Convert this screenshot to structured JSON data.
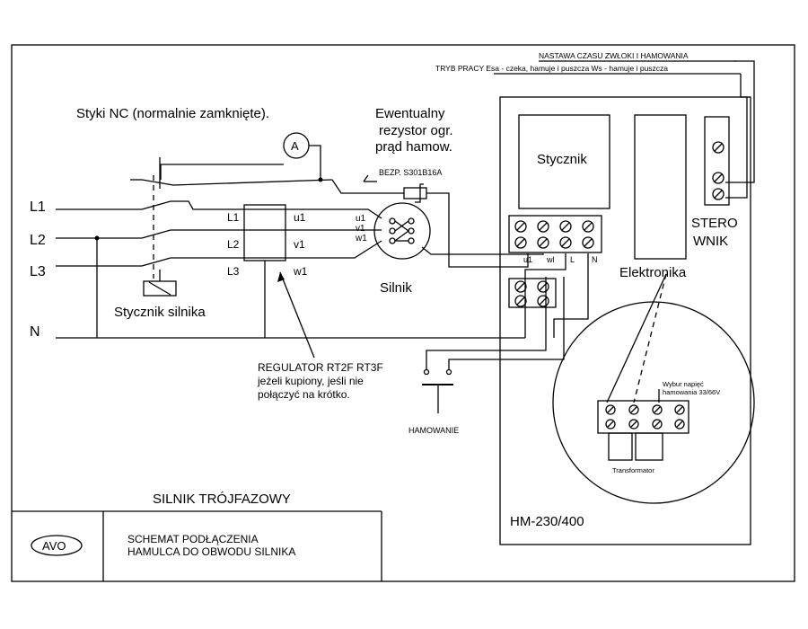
{
  "colors": {
    "ink": "#000000",
    "paper": "#ffffff"
  },
  "labels": {
    "nastawa": "NASTAWA CZASU ZWŁOKI I HAMOWANIA",
    "tryb": "TRYB PRACY Esa - czeka, hamuje i puszcza Ws - hamuje i puszcza",
    "styki": "Styki NC (normalnie zamknięte).",
    "ewentualny": [
      "Ewentualny",
      "rezystor ogr.",
      "prąd hamow."
    ],
    "bezp": "BEZP. S301B16A",
    "ammeter": "A",
    "l1": "L1",
    "l2": "L2",
    "l3": "L3",
    "n": "N",
    "stycznik_silnika": "Stycznik silnika",
    "regulator_left": [
      "L1",
      "L2",
      "L3"
    ],
    "regulator_right": [
      "u1",
      "v1",
      "w1"
    ],
    "motor_terminals": [
      "u1",
      "v1",
      "w1"
    ],
    "silnik": "Silnik",
    "regulator_note": [
      "REGULATOR RT2F RT3F",
      "jeżeli kupiony, jeśli nie",
      "połączyć na krótko."
    ],
    "hamowanie": "HAMOWANIE",
    "stycznik": "Stycznik",
    "stero": [
      "STERO",
      "WNIK"
    ],
    "elektronika": "Elektronika",
    "terminal_labels": [
      "u1",
      "wl",
      "L",
      "N"
    ],
    "wybur": [
      "Wybur napięć",
      "hamowania 33/66V"
    ],
    "transformator": "Transformator",
    "hm": "HM-230/400",
    "silnik_trojfazowy": "SILNIK TRÓJFAZOWY",
    "avo": "AVO",
    "schemat": [
      "SCHEMAT PODŁĄCZENIA",
      "HAMULCA DO OBWODU SILNIKA"
    ]
  }
}
